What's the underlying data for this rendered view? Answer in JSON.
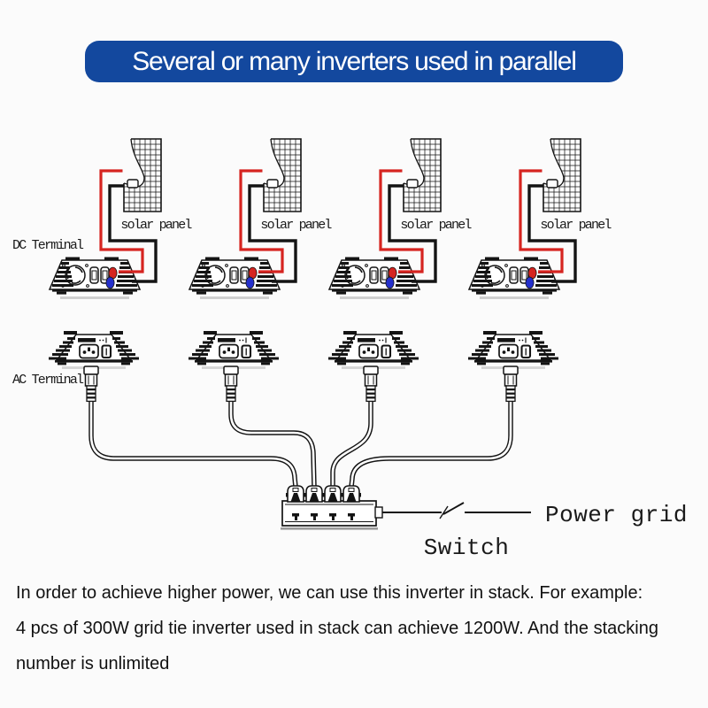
{
  "title": "Several or many inverters used in parallel",
  "colors": {
    "banner_bg": "#13489e",
    "banner_text": "#ffffff",
    "wire_red": "#d62420",
    "wire_black": "#141414",
    "terminal_red": "#d62420",
    "terminal_blue": "#2530cc",
    "line_ink": "#141414"
  },
  "diagram": {
    "unit_count": 4,
    "solar_panel_label": "solar panel",
    "dc_terminal_label": "DC Terminal",
    "ac_terminal_label": "AC Terminal",
    "switch_label": "Switch",
    "power_grid_label": "Power grid"
  },
  "description": {
    "line1": "In order to achieve higher power, we can use this inverter in stack. For example:",
    "line2": "4 pcs of 300W grid tie inverter used in stack can achieve 1200W. And the stacking",
    "line3": "number is unlimited"
  }
}
